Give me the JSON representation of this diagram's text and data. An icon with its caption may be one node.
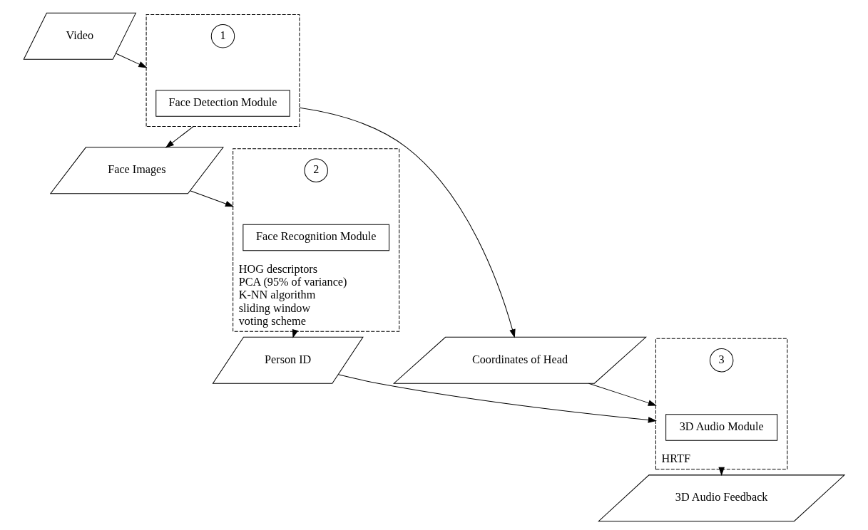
{
  "diagram": {
    "nodes": [
      {
        "text": [
          "Video"
        ]
      },
      {
        "text": [],
        "shape": "box"
      },
      {
        "text": [
          "1"
        ],
        "in": 1
      },
      {
        "text": [
          "Face Detection Module"
        ],
        "in": 1
      },
      {
        "text": [
          "Face Images"
        ]
      },
      {
        "text": [
          "HOG descriptors",
          "PCA (95% of variance)",
          "K-NN algorithm",
          "sliding window",
          "voting scheme"
        ]
      },
      {
        "text": [
          "2"
        ],
        "in": 5
      },
      {
        "text": [
          "Face Recognition Module"
        ],
        "in": 5
      },
      {
        "text": [
          "Coordinates of Head"
        ]
      },
      {
        "text": [
          "HRTF"
        ]
      },
      {
        "text": [
          "3"
        ],
        "in": 9
      },
      {
        "text": [
          "3D Audio Module"
        ],
        "in": 9
      },
      {
        "text": [
          "Person ID"
        ]
      },
      {
        "text": [
          "3D Audio Feedback"
        ]
      }
    ],
    "edges": [
      {
        "from": 0,
        "to": 1,
        "arrow": "to"
      },
      {
        "from": 1,
        "to": 4,
        "arrow": "to"
      },
      {
        "from": 4,
        "to": 5,
        "arrow": "to"
      },
      {
        "from": 1,
        "to": 8,
        "arrow": "to"
      },
      {
        "from": 5,
        "to": 12,
        "arrow": "to"
      },
      {
        "from": 8,
        "to": 9,
        "arrow": "to"
      },
      {
        "from": 12,
        "to": 9,
        "arrow": "to"
      },
      {
        "from": 9,
        "to": 13,
        "arrow": "to"
      }
    ]
  }
}
